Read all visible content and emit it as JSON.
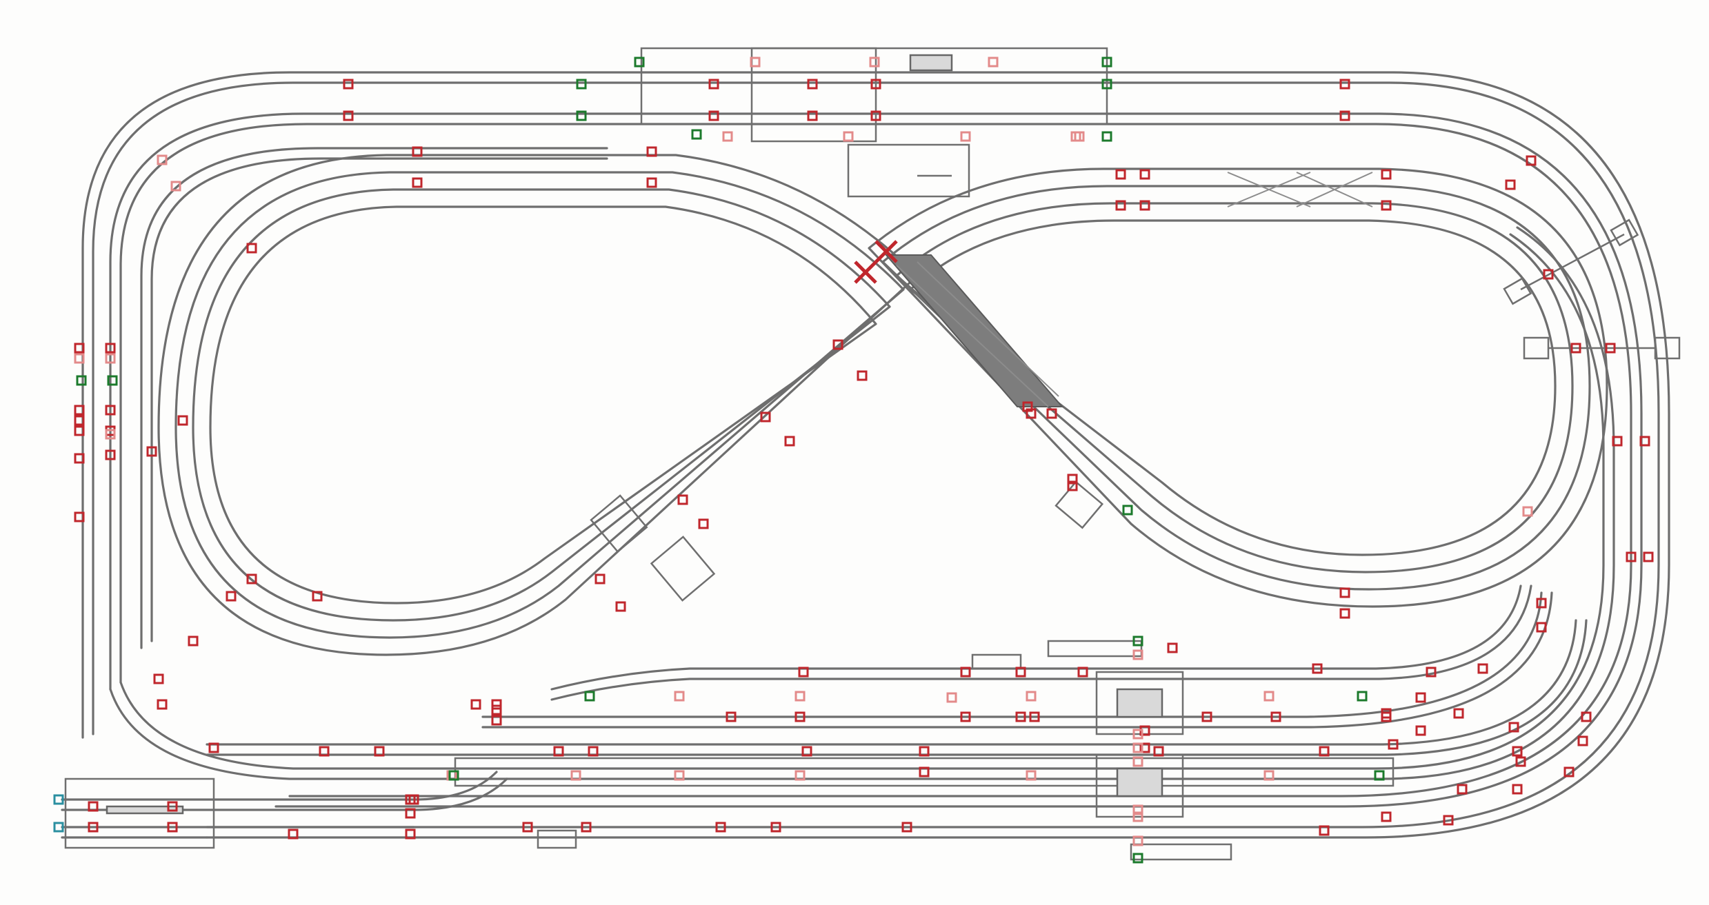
{
  "plan": {
    "title": "",
    "colors": {
      "track": "#6e6e6e",
      "feeder_marker": "#c0262c",
      "joiner_marker": "#e38a8a",
      "insulated_marker": "#1c7a2c",
      "end_marker": "#2a8fa0",
      "background": "#fdfdfc"
    },
    "elements": {
      "outer_loop": "outer-oval-track",
      "figure_eight": "figure-eight-track",
      "upper_station": "upper-station-platform",
      "lower_station": "lower-station-platform",
      "crossing_bridge": "viaduct-bridge",
      "turntable": "turntable-icon",
      "end_stops": "buffer-stop-icon"
    }
  }
}
